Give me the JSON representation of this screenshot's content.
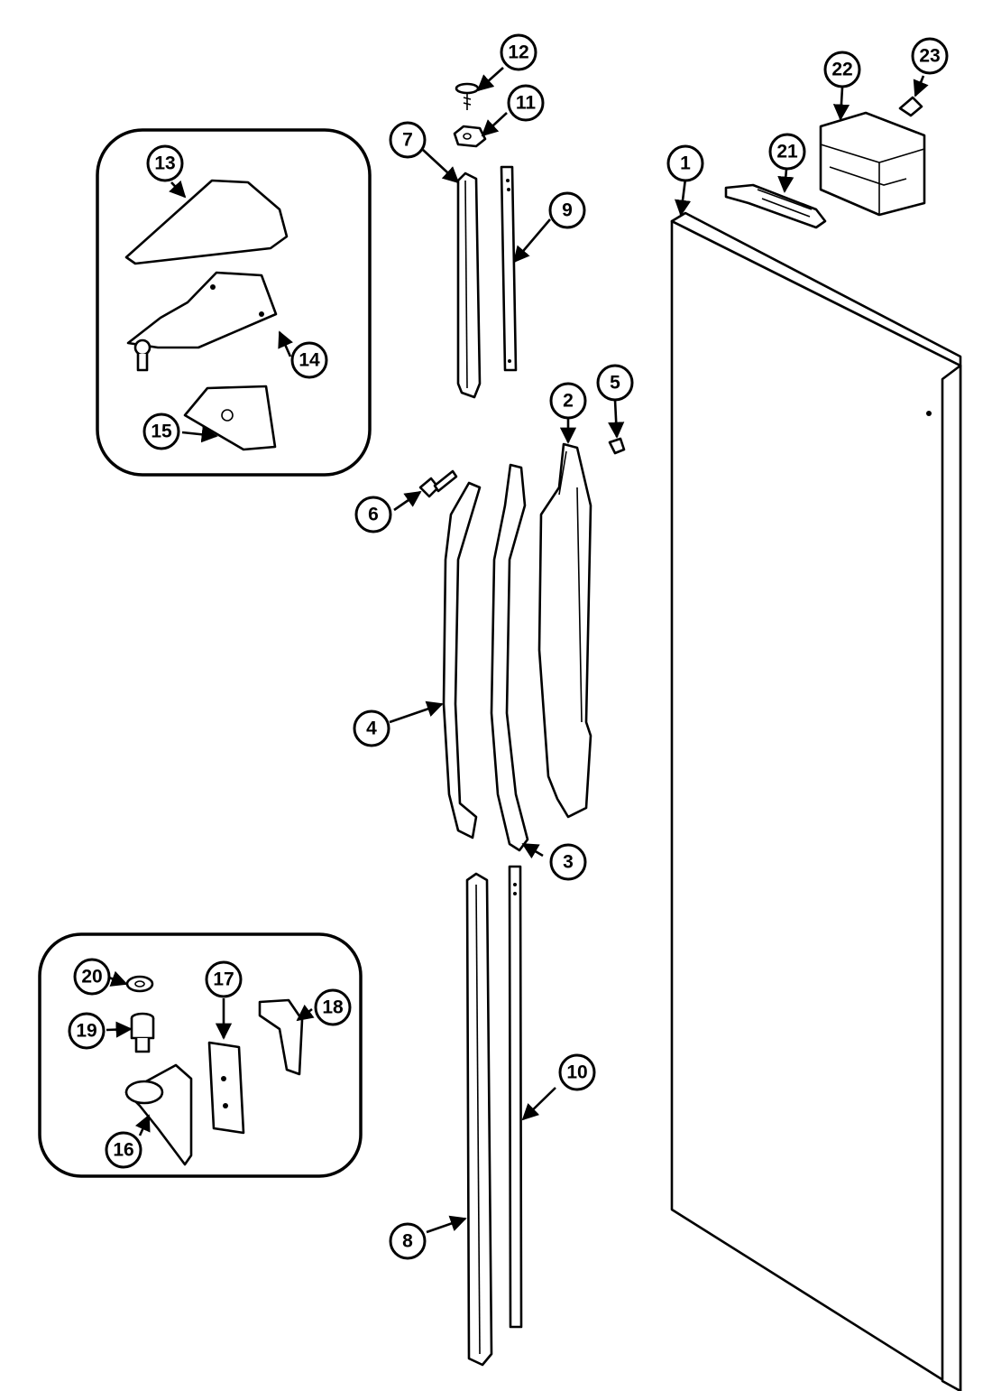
{
  "callouts": [
    {
      "id": "1",
      "label": "1"
    },
    {
      "id": "2",
      "label": "2"
    },
    {
      "id": "3",
      "label": "3"
    },
    {
      "id": "4",
      "label": "4"
    },
    {
      "id": "5",
      "label": "5"
    },
    {
      "id": "6",
      "label": "6"
    },
    {
      "id": "7",
      "label": "7"
    },
    {
      "id": "8",
      "label": "8"
    },
    {
      "id": "9",
      "label": "9"
    },
    {
      "id": "10",
      "label": "10"
    },
    {
      "id": "11",
      "label": "11"
    },
    {
      "id": "12",
      "label": "12"
    },
    {
      "id": "13",
      "label": "13"
    },
    {
      "id": "14",
      "label": "14"
    },
    {
      "id": "15",
      "label": "15"
    },
    {
      "id": "16",
      "label": "16"
    },
    {
      "id": "17",
      "label": "17"
    },
    {
      "id": "18",
      "label": "18"
    },
    {
      "id": "19",
      "label": "19"
    },
    {
      "id": "20",
      "label": "20"
    },
    {
      "id": "21",
      "label": "21"
    },
    {
      "id": "22",
      "label": "22"
    },
    {
      "id": "23",
      "label": "23"
    }
  ]
}
